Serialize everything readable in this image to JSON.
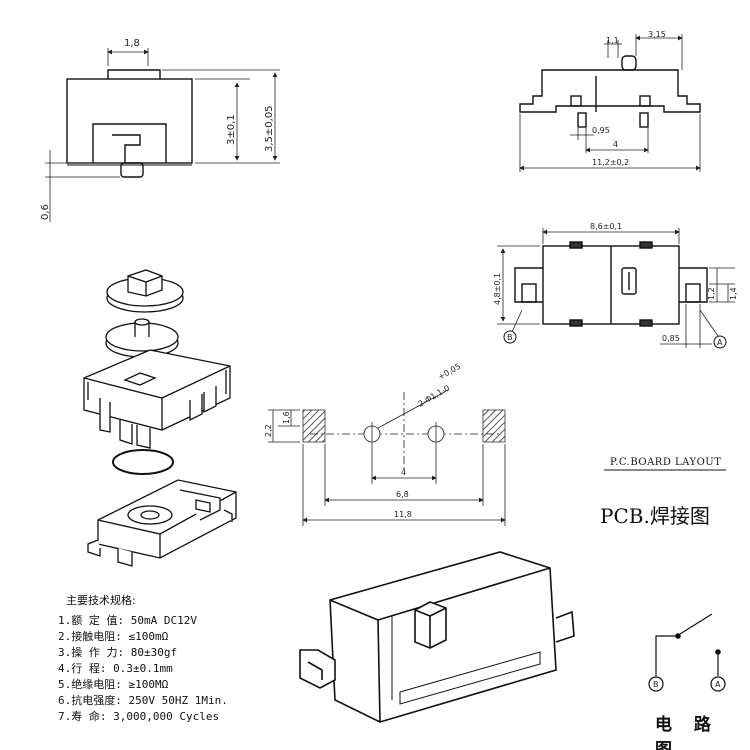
{
  "top_view": {
    "dim_width": "1,8",
    "dim_height": "3±0,1",
    "dim_total": "3,5±0,05",
    "dim_bottom": "0,6"
  },
  "side_view": {
    "dim_a": "1,1",
    "dim_b": "3,15",
    "dim_c": "0,95",
    "dim_d": "4",
    "dim_e": "11,2±0,2"
  },
  "plan_view": {
    "dim_width": "8,6±0,1",
    "dim_height": "4,8±0,1",
    "dim_r1": "1,2",
    "dim_r2": "1,4",
    "dim_r3": "0,85",
    "terminal_a": "A",
    "terminal_b": "B"
  },
  "pcb": {
    "hole_note": "2-Φ1,1-0",
    "hole_tol": "+0,05",
    "dim_h1": "2,2",
    "dim_h2": "1,6",
    "dim_4": "4",
    "dim_68": "6,8",
    "dim_118": "11,8",
    "layout_label": "P.C.BOARD LAYOUT",
    "layout_cn": "PCB.焊接图"
  },
  "specs": {
    "title": "主要技术规格:",
    "items": [
      "1.额 定 值: 50mA DC12V",
      "2.接触电阻: ≤100mΩ",
      "3.操 作 力: 80±30gf",
      "4.行    程: 0.3±0.1mm",
      "5.绝缘电阻: ≥100MΩ",
      "6.抗电强度: 250V 50HZ 1Min.",
      "7.寿    命: 3,000,000 Cycles"
    ]
  },
  "circuit": {
    "label": "电 路 图",
    "terminal_a": "A",
    "terminal_b": "B"
  }
}
